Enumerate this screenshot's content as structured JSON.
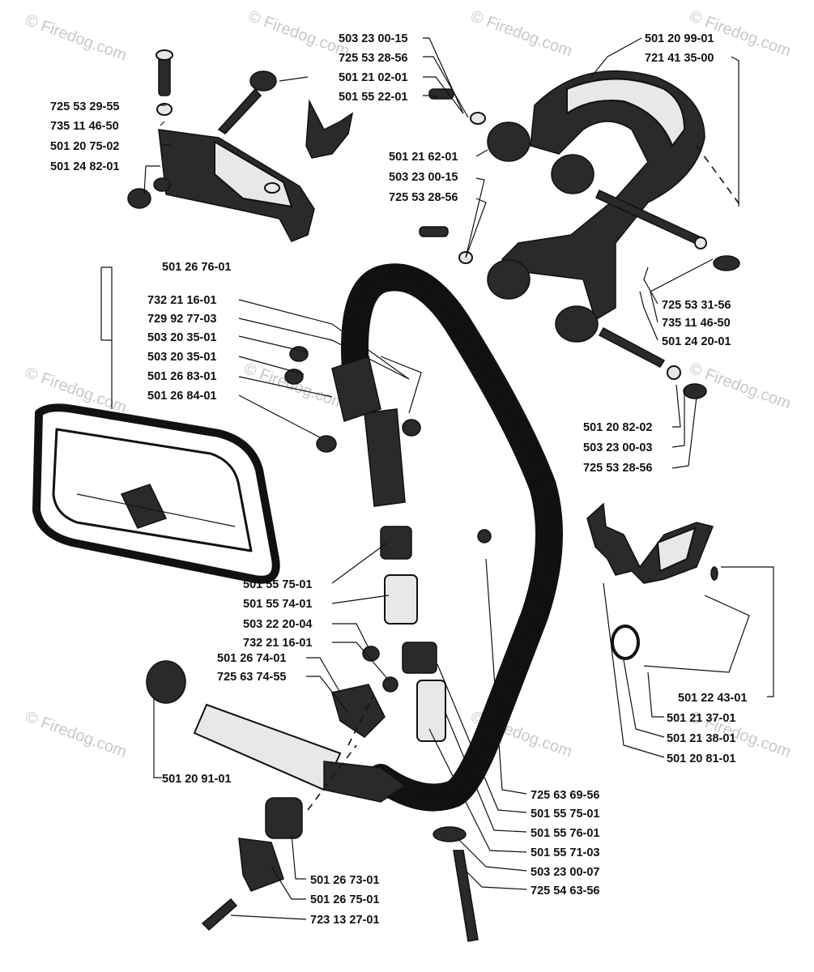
{
  "watermarks": [
    "© Firedog.com",
    "© Firedog.com",
    "© Firedog.com",
    "© Firedog.com",
    "© Firedog.com",
    "© Firedog.com",
    "© Firedog.com",
    "© Firedog.com",
    "© Firedog.com",
    "© Firedog.com"
  ],
  "labels": {
    "l1": "503 23 00-15",
    "l2": "725 53 28-56",
    "l3": "501 21 02-01",
    "l4": "501 55 22-01",
    "l5": "501 20 99-01",
    "l6": "721 41 35-00",
    "l7": "725 53 29-55",
    "l8": "735 11 46-50",
    "l9": "501 20 75-02",
    "l10": "501 24 82-01",
    "l11": "501 21 62-01",
    "l12": "503 23 00-15",
    "l13": "725 53 28-56",
    "l14": "501 26 76-01",
    "l15": "732 21 16-01",
    "l16": "729 92 77-03",
    "l17": "503 20 35-01",
    "l18": "503 20 35-01",
    "l19": "501 26 83-01",
    "l20": "501 26 84-01",
    "l21": "725 53 31-56",
    "l22": "735 11 46-50",
    "l23": "501 24 20-01",
    "l24": "501 20 82-02",
    "l25": "503 23 00-03",
    "l26": "725 53 28-56",
    "l27": "501 55 75-01",
    "l28": "501 55 74-01",
    "l29": "503 22 20-04",
    "l30": "732 21 16-01",
    "l31": "501 26 74-01",
    "l32": "725 63 74-55",
    "l33": "501 22 43-01",
    "l34": "501 21 37-01",
    "l35": "501 21 38-01",
    "l36": "501 20 81-01",
    "l37": "501 20 91-01",
    "l38": "725 63 69-56",
    "l39": "501 55 75-01",
    "l40": "501 55 76-01",
    "l41": "501 55 71-03",
    "l42": "503 23 00-07",
    "l43": "725 54 63-56",
    "l44": "501 26 73-01",
    "l45": "501 26 75-01",
    "l46": "723 13 27-01"
  }
}
